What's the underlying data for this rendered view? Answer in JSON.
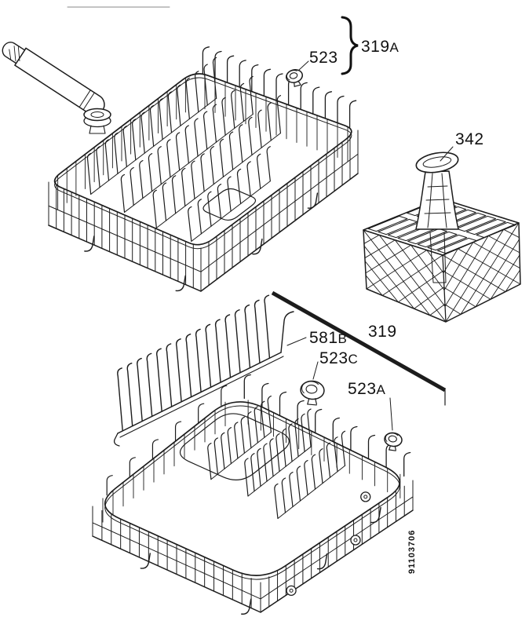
{
  "diagram": {
    "doc_number": "91103706",
    "line_color": "#1c1c1c",
    "background": "#ffffff",
    "labels": {
      "upper_group": {
        "num": "319",
        "suffix": "A"
      },
      "upper_roller": {
        "num": "523",
        "suffix": ""
      },
      "cutlery_basket": {
        "num": "342",
        "suffix": ""
      },
      "plate_rack": {
        "num": "581",
        "suffix": "B"
      },
      "lower_group": {
        "num": "319",
        "suffix": ""
      },
      "roller_c": {
        "num": "523",
        "suffix": "C"
      },
      "roller_a": {
        "num": "523",
        "suffix": "A"
      }
    }
  }
}
